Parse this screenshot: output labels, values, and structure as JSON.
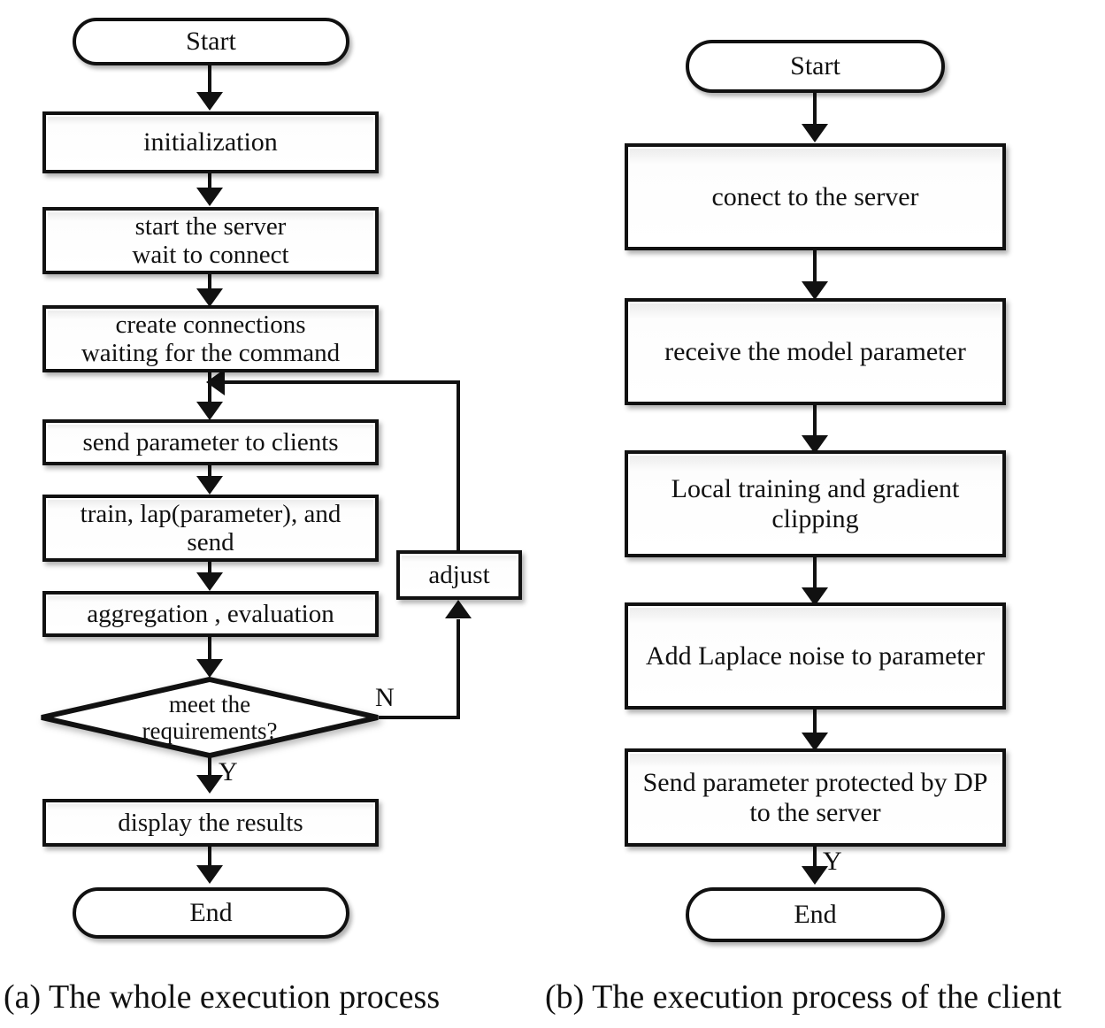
{
  "figure": {
    "type": "flowchart",
    "panels": [
      {
        "id": "a",
        "caption": "(a) The whole execution process",
        "nodes": [
          {
            "id": "a-start",
            "shape": "terminator",
            "label": "Start"
          },
          {
            "id": "a-init",
            "shape": "process",
            "label": "initialization"
          },
          {
            "id": "a-server",
            "shape": "process",
            "label": "start the server\nwait  to connect"
          },
          {
            "id": "a-conn",
            "shape": "process",
            "label": "create connections\nwaiting for the command"
          },
          {
            "id": "a-send",
            "shape": "process",
            "label": "send parameter to clients"
          },
          {
            "id": "a-train",
            "shape": "process",
            "label": "train, lap(parameter), and\nsend"
          },
          {
            "id": "a-agg",
            "shape": "process",
            "label": "aggregation , evaluation"
          },
          {
            "id": "a-decide",
            "shape": "decision",
            "label": "meet the\nrequirements?"
          },
          {
            "id": "a-display",
            "shape": "process",
            "label": "display the results"
          },
          {
            "id": "a-end",
            "shape": "terminator",
            "label": "End"
          },
          {
            "id": "a-adjust",
            "shape": "process",
            "label": "adjust"
          }
        ],
        "edge_labels": {
          "no": "N",
          "yes": "Y"
        }
      },
      {
        "id": "b",
        "caption": "(b) The execution process of the client",
        "nodes": [
          {
            "id": "b-start",
            "shape": "terminator",
            "label": "Start"
          },
          {
            "id": "b-connect",
            "shape": "process",
            "label": "conect to the server"
          },
          {
            "id": "b-receive",
            "shape": "process",
            "label": "receive the model parameter"
          },
          {
            "id": "b-local",
            "shape": "process",
            "label": "Local training and gradient\nclipping"
          },
          {
            "id": "b-noise",
            "shape": "process",
            "label": "Add Laplace noise to parameter"
          },
          {
            "id": "b-sendback",
            "shape": "process",
            "label": "Send parameter protected by DP\nto the server"
          },
          {
            "id": "b-end",
            "shape": "terminator",
            "label": "End"
          }
        ],
        "edge_labels": {
          "yes": "Y"
        }
      }
    ],
    "colors": {
      "stroke": "#111111",
      "fill": "#ffffff",
      "background": "#ffffff"
    }
  }
}
